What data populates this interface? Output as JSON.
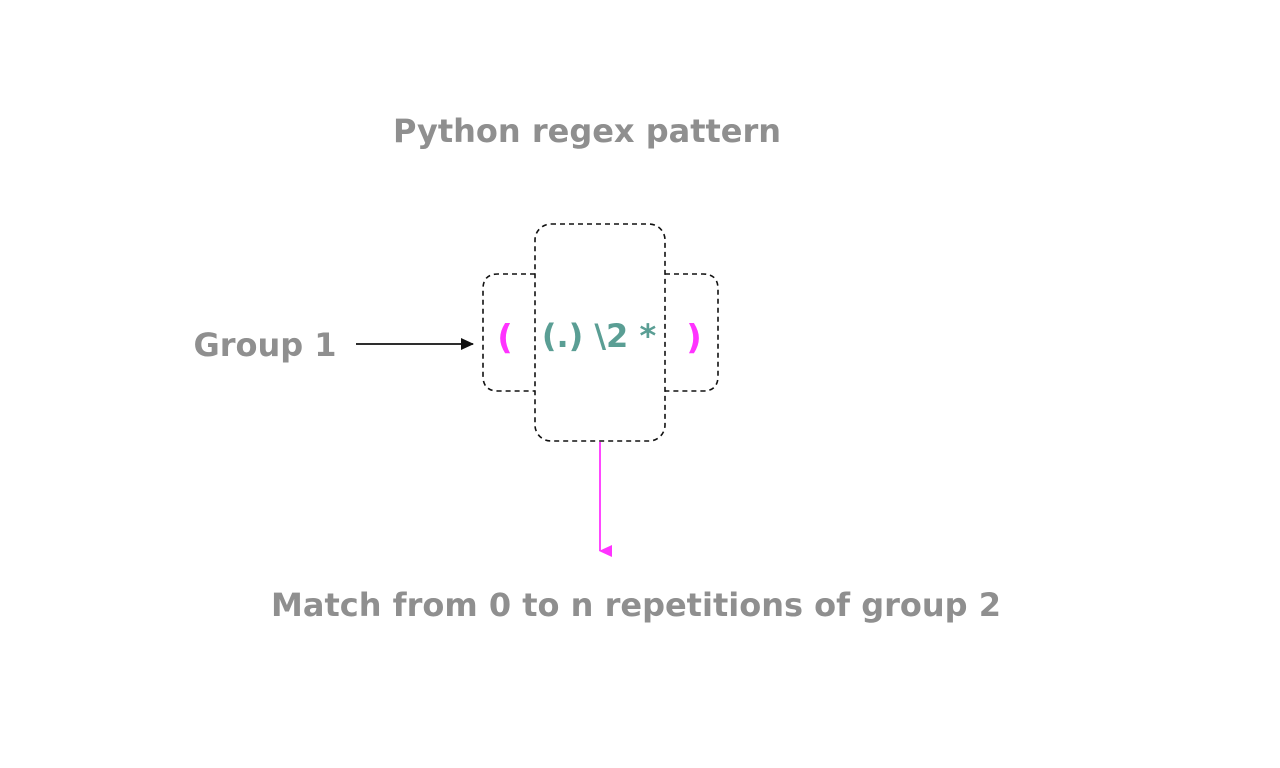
{
  "title": "Python regex pattern",
  "left_label": "Group 1",
  "bottom_label": "Match from 0 to n repetitions of group 2",
  "pattern": {
    "outer_open": "(",
    "inner": "(.) \\2 *",
    "outer_close": ")"
  },
  "colors": {
    "label_gray": "#8f8f8f",
    "magenta": "#ff33ff",
    "teal": "#5a9e94",
    "outline": "#111111",
    "arrow_black": "#111111"
  }
}
